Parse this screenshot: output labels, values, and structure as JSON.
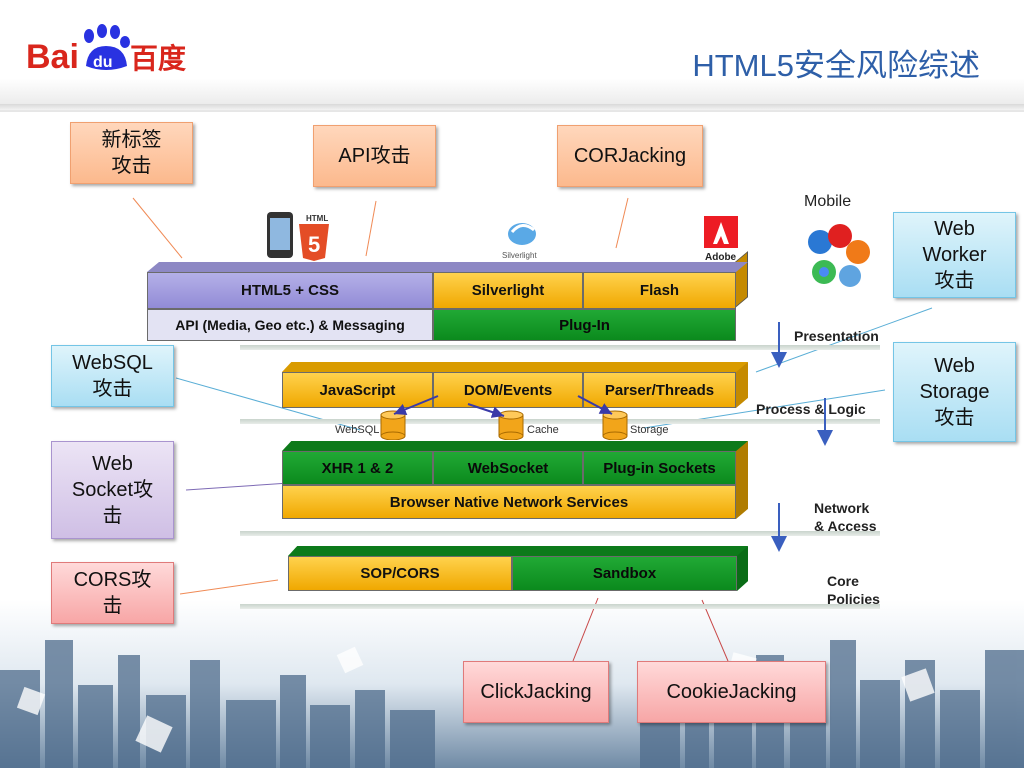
{
  "header": {
    "logo_text_latin_1": "Bai",
    "logo_text_paw": "du",
    "logo_text_cn": "百度",
    "title": "HTML5安全风险综述"
  },
  "callouts": {
    "new_tab": [
      "新标签",
      "攻击"
    ],
    "api": "API攻击",
    "corjacking": "CORJacking",
    "web_worker": [
      "Web",
      "Worker",
      "攻击"
    ],
    "websql": [
      "WebSQL",
      "攻击"
    ],
    "web_storage": [
      "Web",
      "Storage",
      "攻击"
    ],
    "web_socket": [
      "Web",
      "Socket攻",
      "击"
    ],
    "cors": [
      "CORS攻",
      "击"
    ],
    "clickjacking": "ClickJacking",
    "cookiejacking": "CookieJacking"
  },
  "icons": {
    "html5_badge": "5",
    "html_caption": "HTML",
    "silverlight_caption": "Silverlight",
    "adobe_caption": "Adobe",
    "mobile_caption": "Mobile"
  },
  "stack": {
    "html5_css": "HTML5 + CSS",
    "silverlight": "Silverlight",
    "flash": "Flash",
    "api_messaging": "API (Media, Geo etc.) & Messaging",
    "plugin": "Plug-In",
    "javascript": "JavaScript",
    "dom_events": "DOM/Events",
    "parser_threads": "Parser/Threads",
    "websql_store": "WebSQL",
    "cache_store": "Cache",
    "storage_store": "Storage",
    "xhr": "XHR 1 & 2",
    "websocket": "WebSocket",
    "plugin_sockets": "Plug-in Sockets",
    "network_services": "Browser Native  Network Services",
    "sop_cors": "SOP/CORS",
    "sandbox": "Sandbox"
  },
  "layers": {
    "presentation": "Presentation",
    "process_logic": "Process & Logic",
    "network_access": [
      "Network",
      "& Access"
    ],
    "core_policies": [
      "Core",
      "Policies"
    ]
  },
  "colors": {
    "title_blue": "#2e5fa8",
    "baidu_red": "#d9261c",
    "baidu_blue": "#2932e1",
    "block_yellow": "#f5b800",
    "block_green": "#119a24",
    "block_purple": "#a09ade"
  }
}
